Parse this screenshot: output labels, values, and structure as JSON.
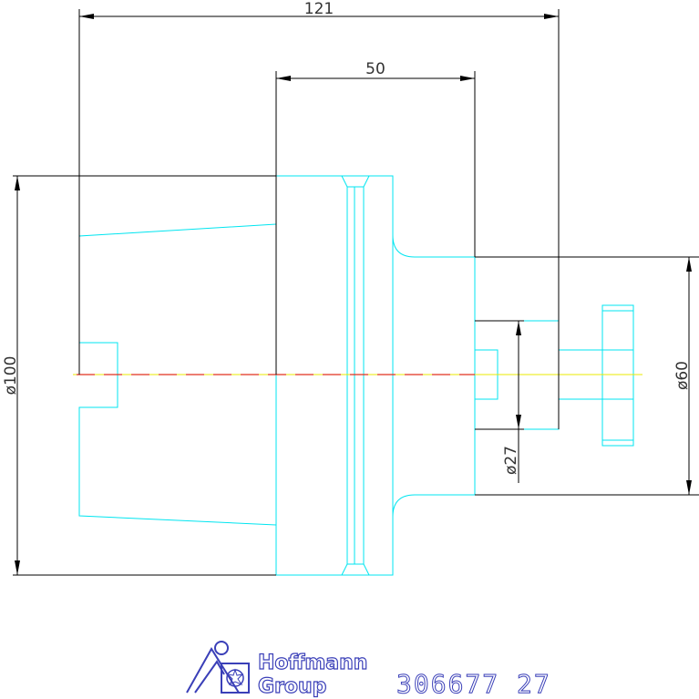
{
  "dimensions": {
    "overall_length": "121",
    "shank_length": "50",
    "diameter_body": "ø100",
    "diameter_shank": "ø60",
    "diameter_bore": "ø27"
  },
  "colors": {
    "part_outline": "#00e5f0",
    "dimension_lines": "#000000",
    "centerline_primary": "#e0301e",
    "centerline_secondary": "#e8e800",
    "logo": "#3a3fb8"
  },
  "logo": {
    "line1": "Hoffmann",
    "line2": "Group",
    "icon": "hoffmann-group-logo-icon"
  },
  "part_number": "306677 27"
}
